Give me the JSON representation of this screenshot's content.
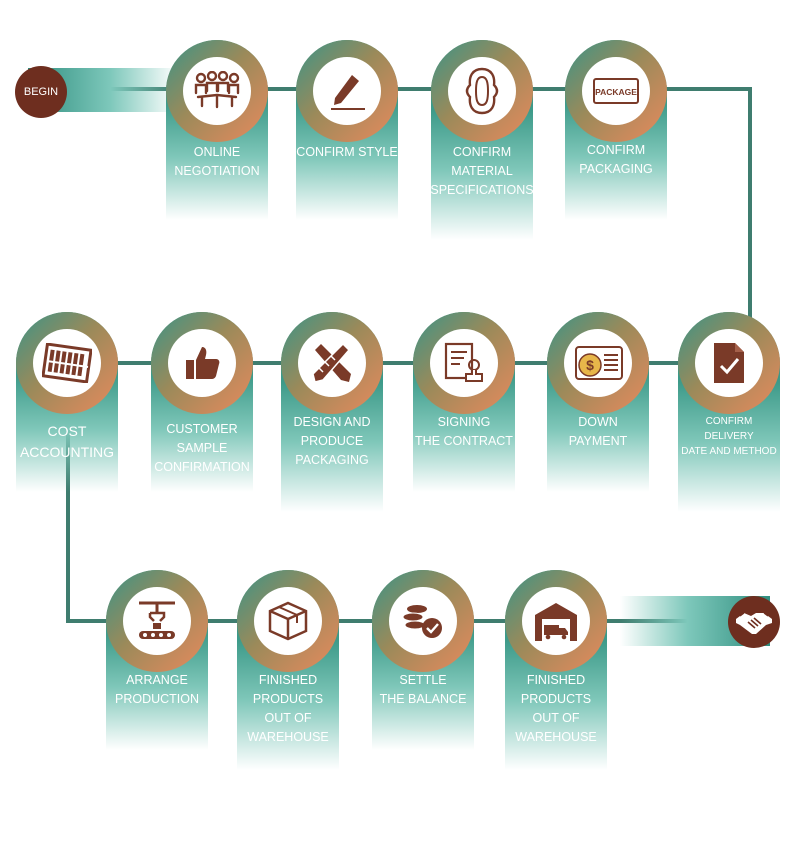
{
  "begin": "BEGIN",
  "colors": {
    "teal": "#2f8e7f",
    "orange": "#e88a5d",
    "brown": "#6e2e1f",
    "track": "#3f7d6f"
  },
  "steps": [
    {
      "icon": "meeting-icon",
      "lines": [
        "ONLINE",
        "NEGOTIATION"
      ]
    },
    {
      "icon": "pen-icon",
      "lines": [
        "CONFIRM STYLE"
      ]
    },
    {
      "icon": "sanitary-pad-icon",
      "lines": [
        "CONFIRM",
        "MATERIAL",
        "SPECIFICATIONS"
      ]
    },
    {
      "icon": "package-label-icon",
      "icon_text": "PACKAGE",
      "lines": [
        "CONFIRM",
        "PACKAGING"
      ]
    },
    {
      "icon": "document-check-icon",
      "lines": [
        "CONFIRM",
        "DELIVERY",
        "DATE AND METHOD"
      ]
    },
    {
      "icon": "money-icon",
      "lines": [
        "DOWN",
        "PAYMENT"
      ]
    },
    {
      "icon": "contract-stamp-icon",
      "lines": [
        "SIGNING",
        "THE CONTRACT"
      ]
    },
    {
      "icon": "pencil-ruler-icon",
      "lines": [
        "DESIGN AND",
        "PRODUCE",
        "PACKAGING"
      ]
    },
    {
      "icon": "thumbs-up-icon",
      "lines": [
        "CUSTOMER",
        "SAMPLE",
        "CONFIRMATION"
      ]
    },
    {
      "icon": "abacus-icon",
      "lines": [
        "COST",
        "ACCOUNTING"
      ]
    },
    {
      "icon": "robot-arm-conveyor-icon",
      "lines": [
        "ARRANGE",
        "PRODUCTION"
      ]
    },
    {
      "icon": "box-icon",
      "lines": [
        "FINISHED",
        "PRODUCTS",
        "OUT OF",
        "WAREHOUSE"
      ]
    },
    {
      "icon": "coins-check-icon",
      "lines": [
        "SETTLE",
        "THE BALANCE"
      ]
    },
    {
      "icon": "warehouse-truck-icon",
      "lines": [
        "FINISHED",
        "PRODUCTS",
        "OUT OF",
        "WAREHOUSE"
      ]
    }
  ],
  "end_icon": "handshake-icon"
}
